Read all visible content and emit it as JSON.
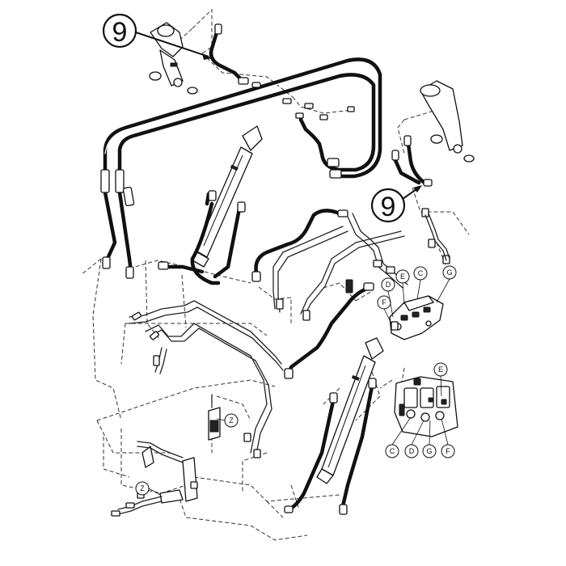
{
  "diagram": {
    "callouts": [
      {
        "id": "callout-9-top",
        "label": "9"
      },
      {
        "id": "callout-9-right",
        "label": "9"
      }
    ],
    "port_labels": {
      "d_upper": "D",
      "e_upper": "E",
      "c_upper": "C",
      "g_upper": "G",
      "f_upper": "F",
      "z_middle": "Z",
      "z_lower": "Z",
      "e_inset": "E",
      "c_inset": "C",
      "d_inset": "D",
      "g_inset": "G",
      "f_inset": "F"
    }
  }
}
